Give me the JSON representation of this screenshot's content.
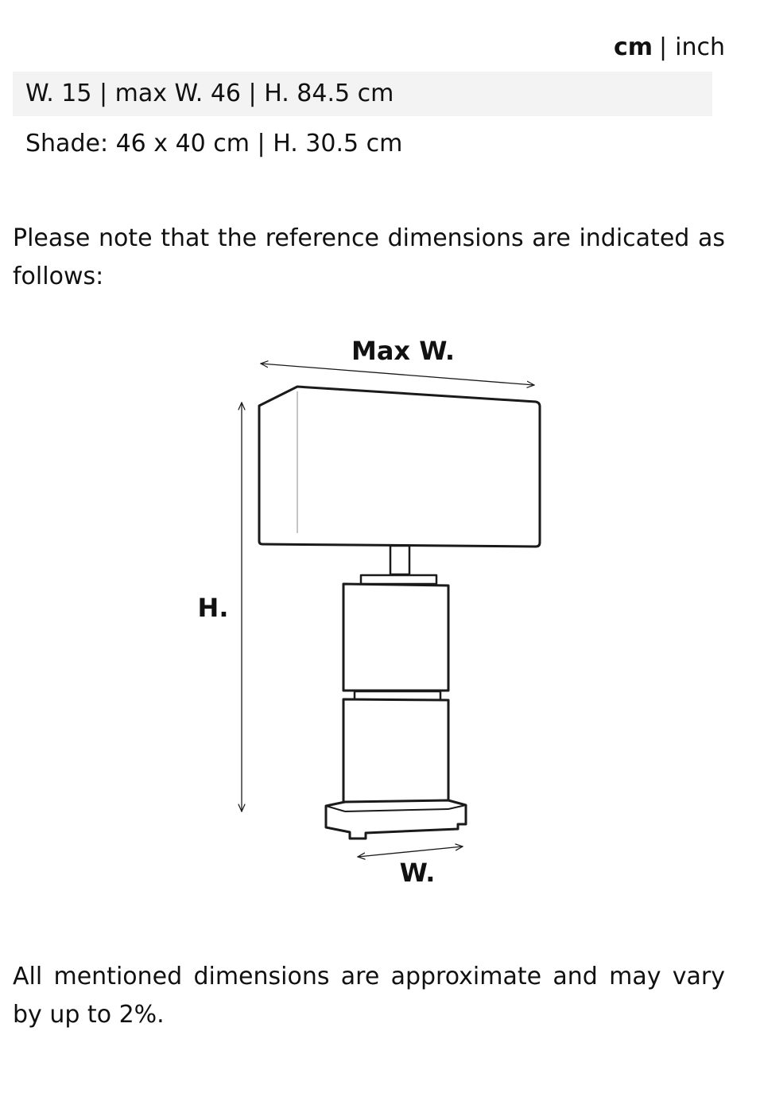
{
  "unit_toggle": {
    "cm": "cm",
    "separator": "|",
    "inch": "inch",
    "active": "cm"
  },
  "dimensions": {
    "overall": "W. 15 | max W. 46 | H. 84.5 cm",
    "shade": "Shade: 46 x 40 cm | H. 30.5 cm"
  },
  "notes": {
    "reference": "Please note that the reference dimensions are indicated as follows:",
    "disclaimer": "All mentioned dimensions are approximate and may vary by up to 2%."
  },
  "diagram": {
    "max_width_label": "Max W.",
    "height_label": "H.",
    "width_label": "W.",
    "line_color": "#1a1a1a"
  }
}
